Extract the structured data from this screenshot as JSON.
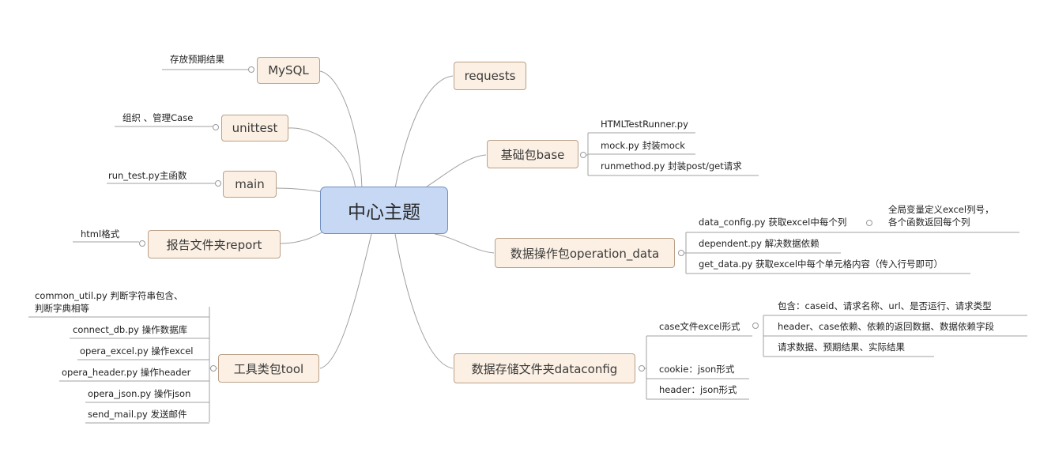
{
  "center": "中心主题",
  "left": {
    "mysql": {
      "label": "MySQL",
      "children": [
        "存放预期结果"
      ]
    },
    "unittest": {
      "label": "unittest",
      "children": [
        "组织 、管理Case"
      ]
    },
    "main": {
      "label": "main",
      "children": [
        "run_test.py主函数"
      ]
    },
    "report": {
      "label": "报告文件夹report",
      "children": [
        "html格式"
      ]
    },
    "tool": {
      "label": "工具类包tool",
      "children": [
        [
          "common_util.py 判断字符串包含、",
          "判断字典相等"
        ],
        "connect_db.py 操作数据库",
        "opera_excel.py 操作excel",
        "opera_header.py 操作header",
        "opera_json.py 操作json",
        "send_mail.py 发送邮件"
      ]
    }
  },
  "right": {
    "requests": {
      "label": "requests"
    },
    "base": {
      "label": "基础包base",
      "children": [
        "HTMLTestRunner.py",
        "mock.py  封装mock",
        "runmethod.py  封装post/get请求"
      ]
    },
    "operation_data": {
      "label": "数据操作包operation_data",
      "children": [
        "data_config.py  获取excel中每个列",
        "dependent.py  解决数据依赖",
        "get_data.py  获取excel中每个单元格内容（传入行号即可）"
      ],
      "grandchildren": [
        "全局变量定义excel列号，",
        "各个函数返回每个列"
      ]
    },
    "dataconfig": {
      "label": "数据存储文件夹dataconfig",
      "children": [
        "case文件excel形式",
        "cookie：json形式",
        "header：json形式"
      ],
      "grandchildren": [
        "包含：caseid、请求名称、url、是否运行、请求类型",
        "header、case依赖、依赖的返回数据、数据依赖字段",
        "请求数据、预期结果、实际结果"
      ]
    }
  },
  "colors": {
    "center_fill": "#c6d8f4",
    "topic_fill": "#fcf0e4",
    "line": "#999999"
  }
}
